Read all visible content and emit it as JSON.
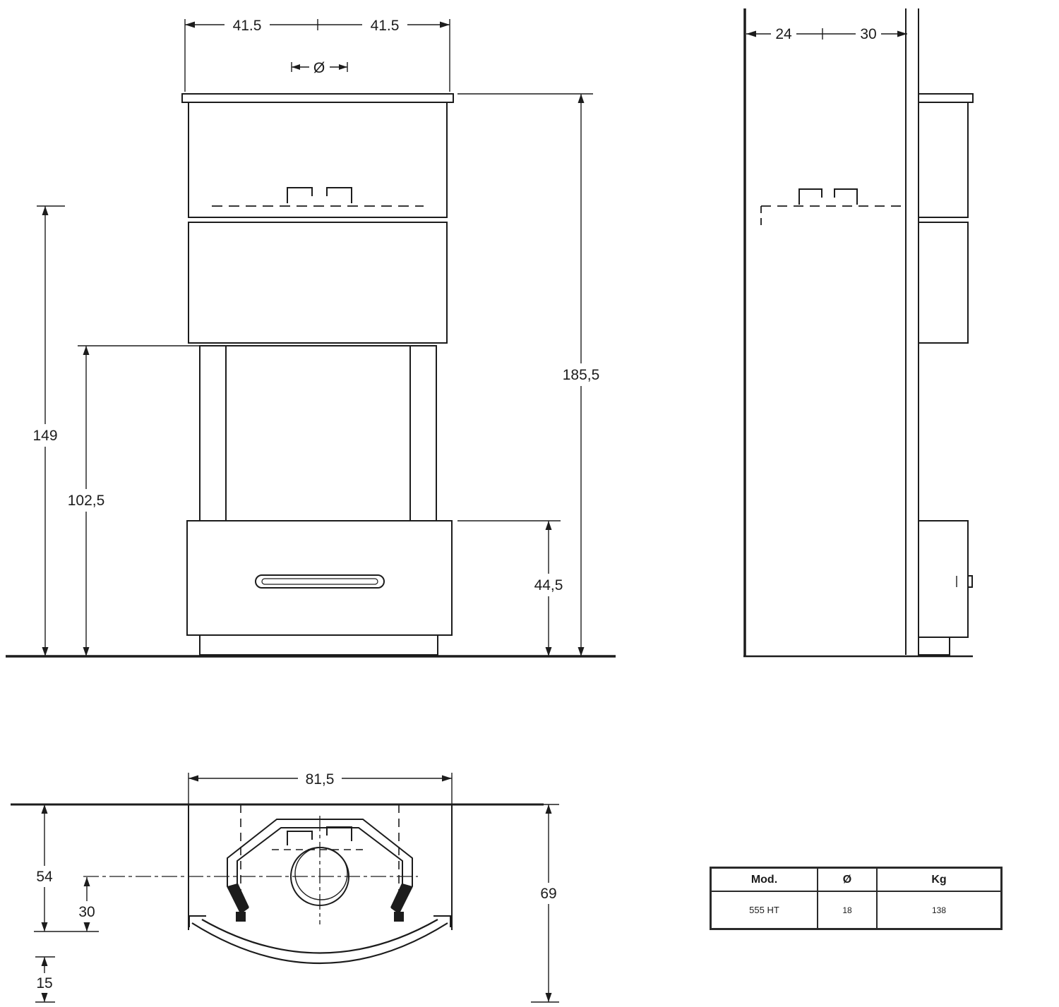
{
  "drawing": {
    "ink_color": "#1c1c1c"
  },
  "front_view": {
    "dim_top_left": "41.5",
    "dim_top_right": "41.5",
    "flue_diameter_symbol": "Ø",
    "dim_height_flue_axis": "149",
    "dim_height_firebox_top": "102,5",
    "dim_total_height": "185,5",
    "dim_drawer_section_height": "44,5"
  },
  "side_view": {
    "dim_wall_offset": "24",
    "dim_depth_back": "30"
  },
  "plan_view": {
    "dim_overall_width": "81,5",
    "dim_depth_body": "54",
    "dim_depth_center": "30",
    "dim_door_projection": "15",
    "dim_total_depth": "69"
  },
  "spec_table": {
    "headers": {
      "model": "Mod.",
      "diameter": "Ø",
      "weight": "Kg"
    },
    "row": {
      "model": "555 HT",
      "diameter": "18",
      "weight": "138"
    }
  }
}
